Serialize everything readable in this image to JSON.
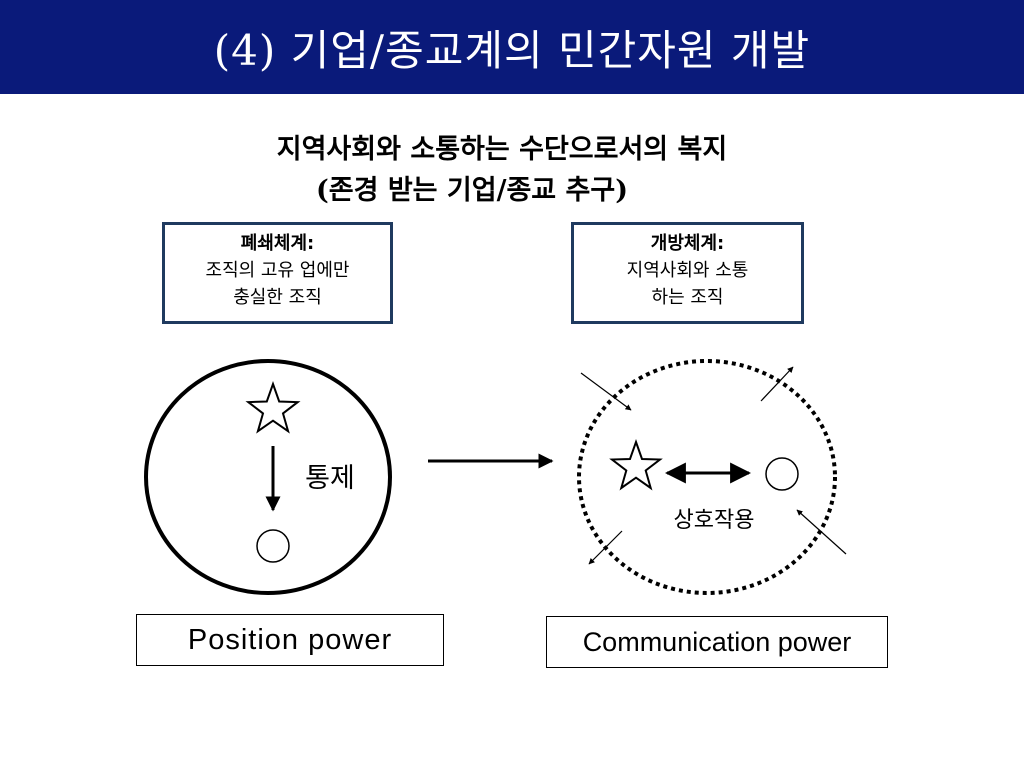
{
  "slide": {
    "title": "(4) 기업/종교계의 민간자원 개발",
    "subtitle_line1": "지역사회와 소통하는 수단으로서의 복지",
    "subtitle_line2": "(존경 받는 기업/종교 추구)"
  },
  "closed_system": {
    "heading": "폐쇄체계:",
    "line1": "조직의 고유 업에만",
    "line2": "충실한 조직",
    "arrow_label": "통제",
    "power_label": "Position power"
  },
  "open_system": {
    "heading": "개방체계:",
    "line1": "지역사회와 소통",
    "line2": "하는 조직",
    "arrow_label": "상호작용",
    "power_label": "Communication power"
  },
  "icons": {
    "star": "star-outline-icon",
    "circle": "circle-outline-icon"
  },
  "colors": {
    "title_bar": "#0a1a7a",
    "box_border": "#1f3a5f"
  }
}
